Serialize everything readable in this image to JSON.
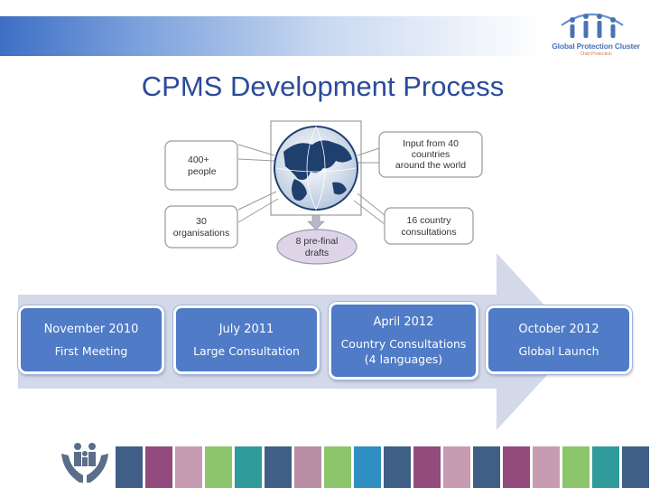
{
  "header": {
    "logo_text": "Global Protection Cluster",
    "logo_subtext": "Child Protection"
  },
  "title": "CPMS Development Process",
  "diagram": {
    "people": "400+ people",
    "input": "Input from 40 countries around the world",
    "organisations": "30 organisations",
    "consultations": "16 country consultations",
    "drafts": "8 pre-final drafts"
  },
  "stages": [
    {
      "date": "November 2010",
      "desc": "First Meeting"
    },
    {
      "date": "July 2011",
      "desc": "Large Consultation"
    },
    {
      "date": "April 2012",
      "desc": "Country Consultations (4 languages)"
    },
    {
      "date": "October 2012",
      "desc": "Global Launch"
    }
  ],
  "colors": {
    "title": "#2b4a9b",
    "stage_fill": "#4f7bc7",
    "arrow_fill": "#d3d9e8",
    "globe": "#1f3f6e",
    "squares": [
      "#3f5f86",
      "#934a7d",
      "#c79bb2",
      "#8dc56c",
      "#2f9b9b",
      "#3f5f86",
      "#b88ea5",
      "#8dc56c",
      "#2e8fc0",
      "#3f5f86",
      "#934a7d",
      "#c79bb2",
      "#3f5f86",
      "#934a7d",
      "#c79bb2",
      "#8dc56c",
      "#2f9b9b",
      "#3f5f86"
    ]
  }
}
